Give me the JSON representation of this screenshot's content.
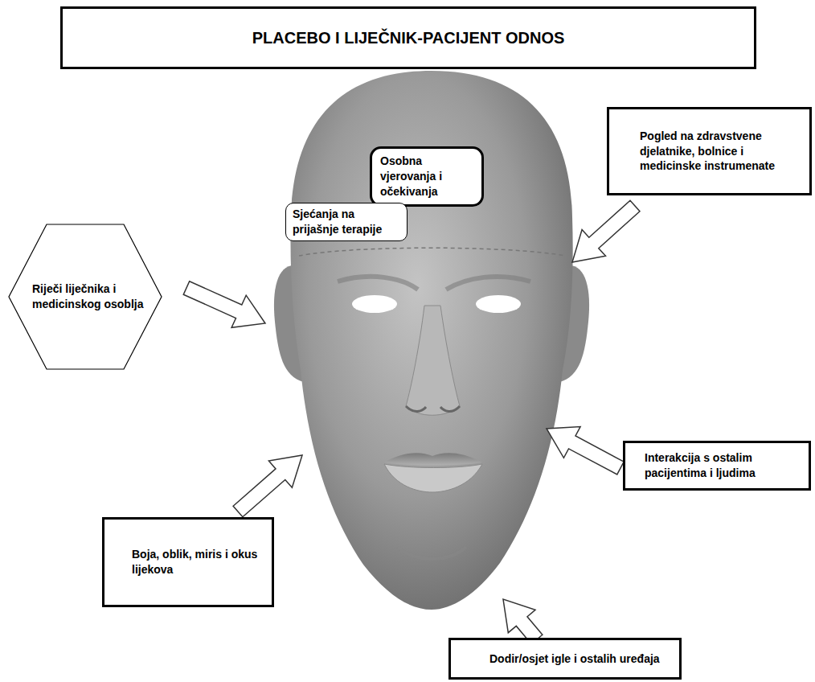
{
  "diagram": {
    "title": "PLACEBO I LIJEČNIK-PACIJENT ODNOS",
    "nodes": [
      {
        "text": [
          "Riječi liječnika i medicinskog osoblja"
        ]
      },
      {
        "text": [
          "Osobna vjerovanja i očekivanja"
        ]
      },
      {
        "text": [
          "Sjećanja na prijašnje terapije"
        ]
      },
      {
        "text": [
          "Pogled na zdravstvene djelatnike, bolnice i medicinske instrumenate"
        ]
      },
      {
        "text": [
          "Interakcija s ostalim pacijentima i ljudima"
        ]
      },
      {
        "text": [
          "Boja, oblik, miris i okus lijekova"
        ]
      },
      {
        "text": [
          "Dodir/osjet igle i ostalih uređaja"
        ]
      }
    ]
  }
}
